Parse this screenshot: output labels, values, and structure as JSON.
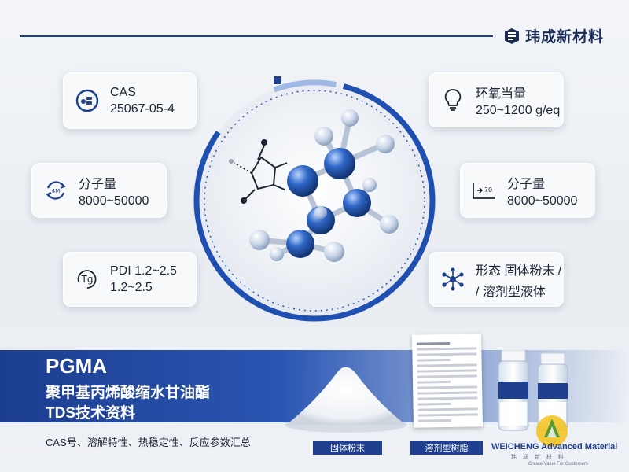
{
  "brand": {
    "name": "玮成新材料"
  },
  "cards": {
    "cas": {
      "line1": "CAS",
      "line2": "25067-05-4"
    },
    "mw_left": {
      "line1": "分子量",
      "line2": "8000~50000"
    },
    "pdi": {
      "line1": "PDI 1.2~2.5",
      "line2": "1.2~2.5",
      "icon_text": "Tg"
    },
    "epoxy": {
      "line1": "环氧当量",
      "line2": "250~1200 g/eq"
    },
    "mw_right": {
      "line1": "分子量",
      "line2": "8000~50000"
    },
    "form": {
      "line1": "形态 固体粉末 /",
      "line2": "/ 溶剂型液体"
    }
  },
  "product": {
    "code": "PGMA",
    "name": "聚甲基丙烯酸缩水甘油酯",
    "doc_type": "TDS技术资料",
    "summary": "CAS号、溶解特性、热稳定性、反应参数汇总"
  },
  "labels": {
    "powder": "固体粉末",
    "solvent_resin": "溶剂型树脂"
  },
  "watermark": {
    "name": "WEICHENG Advanced Material",
    "cn": "玮 成 新 材 料",
    "tagline": "Create Value For Customers"
  },
  "colors": {
    "primary": "#1f3f8f",
    "accent": "#2a56b3"
  }
}
